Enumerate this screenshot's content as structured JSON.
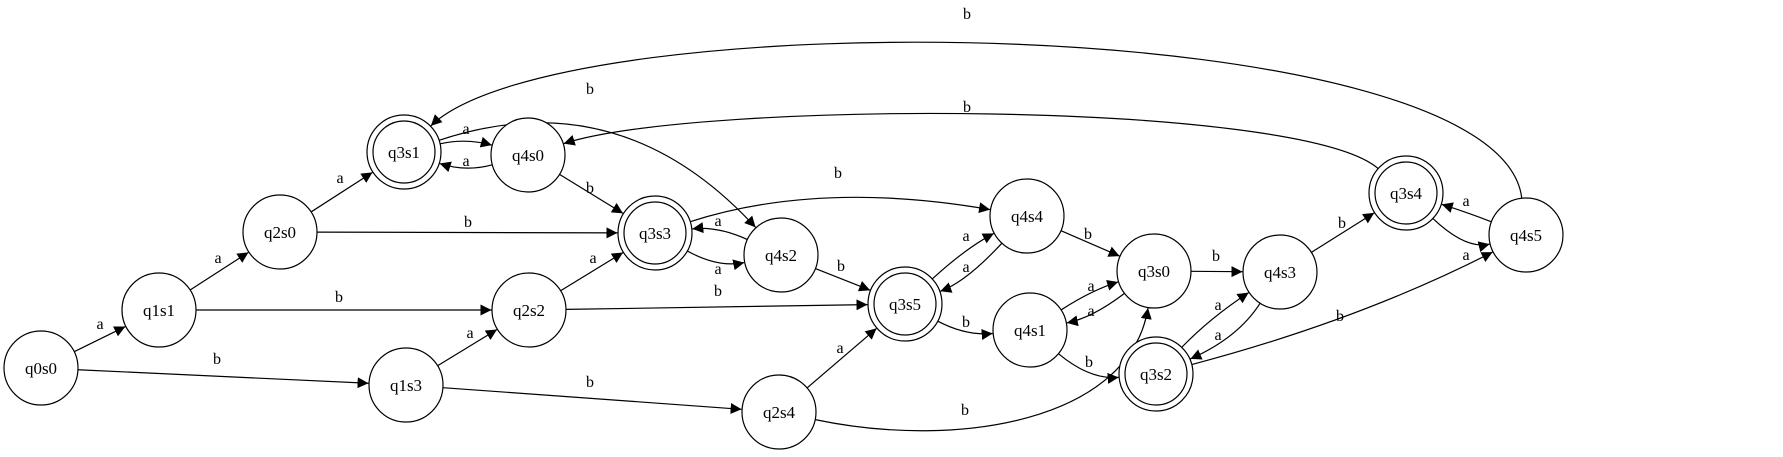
{
  "diagram": {
    "type": "finite-automaton",
    "colors": {
      "stroke": "#000000",
      "background": "#ffffff"
    },
    "nodes": [
      {
        "id": "q0s0",
        "label": "q0s0",
        "accepting": false
      },
      {
        "id": "q1s1",
        "label": "q1s1",
        "accepting": false
      },
      {
        "id": "q1s3",
        "label": "q1s3",
        "accepting": false
      },
      {
        "id": "q2s0",
        "label": "q2s0",
        "accepting": false
      },
      {
        "id": "q2s2",
        "label": "q2s2",
        "accepting": false
      },
      {
        "id": "q2s4",
        "label": "q2s4",
        "accepting": false
      },
      {
        "id": "q3s1",
        "label": "q3s1",
        "accepting": true
      },
      {
        "id": "q4s0",
        "label": "q4s0",
        "accepting": false
      },
      {
        "id": "q3s3",
        "label": "q3s3",
        "accepting": true
      },
      {
        "id": "q4s2",
        "label": "q4s2",
        "accepting": false
      },
      {
        "id": "q3s5",
        "label": "q3s5",
        "accepting": true
      },
      {
        "id": "q4s4",
        "label": "q4s4",
        "accepting": false
      },
      {
        "id": "q4s1",
        "label": "q4s1",
        "accepting": false
      },
      {
        "id": "q3s0",
        "label": "q3s0",
        "accepting": false
      },
      {
        "id": "q3s2",
        "label": "q3s2",
        "accepting": true
      },
      {
        "id": "q4s3",
        "label": "q4s3",
        "accepting": false
      },
      {
        "id": "q3s4",
        "label": "q3s4",
        "accepting": true
      },
      {
        "id": "q4s5",
        "label": "q4s5",
        "accepting": false
      }
    ],
    "edges": [
      {
        "from": "q0s0",
        "to": "q1s1",
        "label": "a"
      },
      {
        "from": "q0s0",
        "to": "q1s3",
        "label": "b"
      },
      {
        "from": "q1s1",
        "to": "q2s0",
        "label": "a"
      },
      {
        "from": "q1s1",
        "to": "q2s2",
        "label": "b"
      },
      {
        "from": "q1s3",
        "to": "q2s2",
        "label": "a"
      },
      {
        "from": "q1s3",
        "to": "q2s4",
        "label": "b"
      },
      {
        "from": "q2s0",
        "to": "q3s1",
        "label": "a"
      },
      {
        "from": "q2s0",
        "to": "q3s3",
        "label": "b"
      },
      {
        "from": "q2s2",
        "to": "q3s3",
        "label": "a"
      },
      {
        "from": "q2s2",
        "to": "q3s5",
        "label": "b"
      },
      {
        "from": "q2s4",
        "to": "q3s5",
        "label": "a"
      },
      {
        "from": "q2s4",
        "to": "q3s0",
        "label": "b"
      },
      {
        "from": "q3s1",
        "to": "q4s0",
        "label": "a"
      },
      {
        "from": "q3s1",
        "to": "q4s2",
        "label": "b"
      },
      {
        "from": "q4s0",
        "to": "q3s1",
        "label": "a"
      },
      {
        "from": "q4s0",
        "to": "q3s3",
        "label": "b"
      },
      {
        "from": "q3s3",
        "to": "q4s2",
        "label": "a"
      },
      {
        "from": "q3s3",
        "to": "q4s4",
        "label": "b"
      },
      {
        "from": "q4s2",
        "to": "q3s3",
        "label": "a"
      },
      {
        "from": "q4s2",
        "to": "q3s5",
        "label": "b"
      },
      {
        "from": "q3s5",
        "to": "q4s4",
        "label": "a"
      },
      {
        "from": "q3s5",
        "to": "q4s1",
        "label": "b"
      },
      {
        "from": "q4s4",
        "to": "q3s5",
        "label": "a"
      },
      {
        "from": "q4s4",
        "to": "q3s0",
        "label": "b"
      },
      {
        "from": "q4s1",
        "to": "q3s0",
        "label": "a"
      },
      {
        "from": "q4s1",
        "to": "q3s2",
        "label": "b"
      },
      {
        "from": "q3s0",
        "to": "q4s1",
        "label": "a"
      },
      {
        "from": "q3s0",
        "to": "q4s3",
        "label": "b"
      },
      {
        "from": "q3s2",
        "to": "q4s3",
        "label": "a"
      },
      {
        "from": "q3s2",
        "to": "q4s5",
        "label": "b"
      },
      {
        "from": "q4s3",
        "to": "q3s2",
        "label": "a"
      },
      {
        "from": "q4s3",
        "to": "q3s4",
        "label": "b"
      },
      {
        "from": "q3s4",
        "to": "q4s5",
        "label": "a"
      },
      {
        "from": "q3s4",
        "to": "q4s0",
        "label": "b"
      },
      {
        "from": "q4s5",
        "to": "q3s4",
        "label": "a"
      },
      {
        "from": "q4s5",
        "to": "q3s1",
        "label": "b"
      }
    ]
  }
}
